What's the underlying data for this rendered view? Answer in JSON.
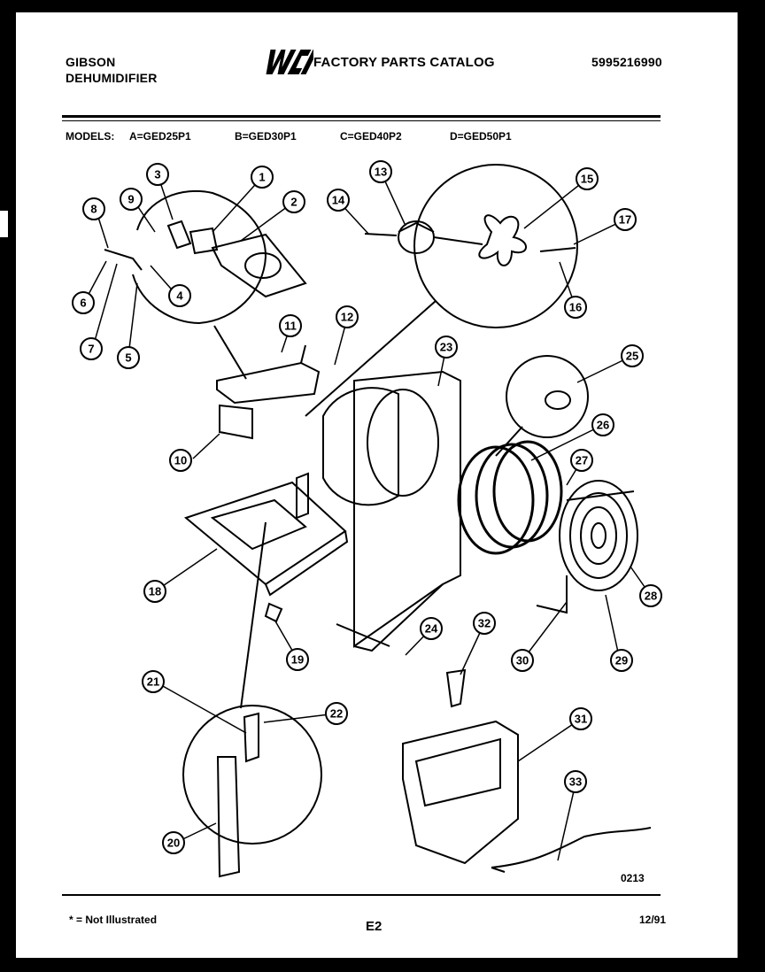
{
  "header": {
    "brand_line1": "GIBSON",
    "brand_line2": "DEHUMIDIFIER",
    "logo_text": "WCI",
    "catalog_title": "FACTORY PARTS CATALOG",
    "part_number": "5995216990"
  },
  "models": {
    "label": "MODELS:",
    "items": [
      "A=GED25P1",
      "B=GED30P1",
      "C=GED40P2",
      "D=GED50P1"
    ]
  },
  "callouts": [
    "1",
    "2",
    "3",
    "4",
    "5",
    "6",
    "7",
    "8",
    "9",
    "10",
    "11",
    "12",
    "13",
    "14",
    "15",
    "16",
    "17",
    "18",
    "19",
    "20",
    "21",
    "22",
    "23",
    "24",
    "25",
    "26",
    "27",
    "28",
    "29",
    "30",
    "31",
    "32",
    "33"
  ],
  "diagram_number": "0213",
  "footer": {
    "note": "* = Not Illustrated",
    "page": "E2",
    "date": "12/91"
  }
}
